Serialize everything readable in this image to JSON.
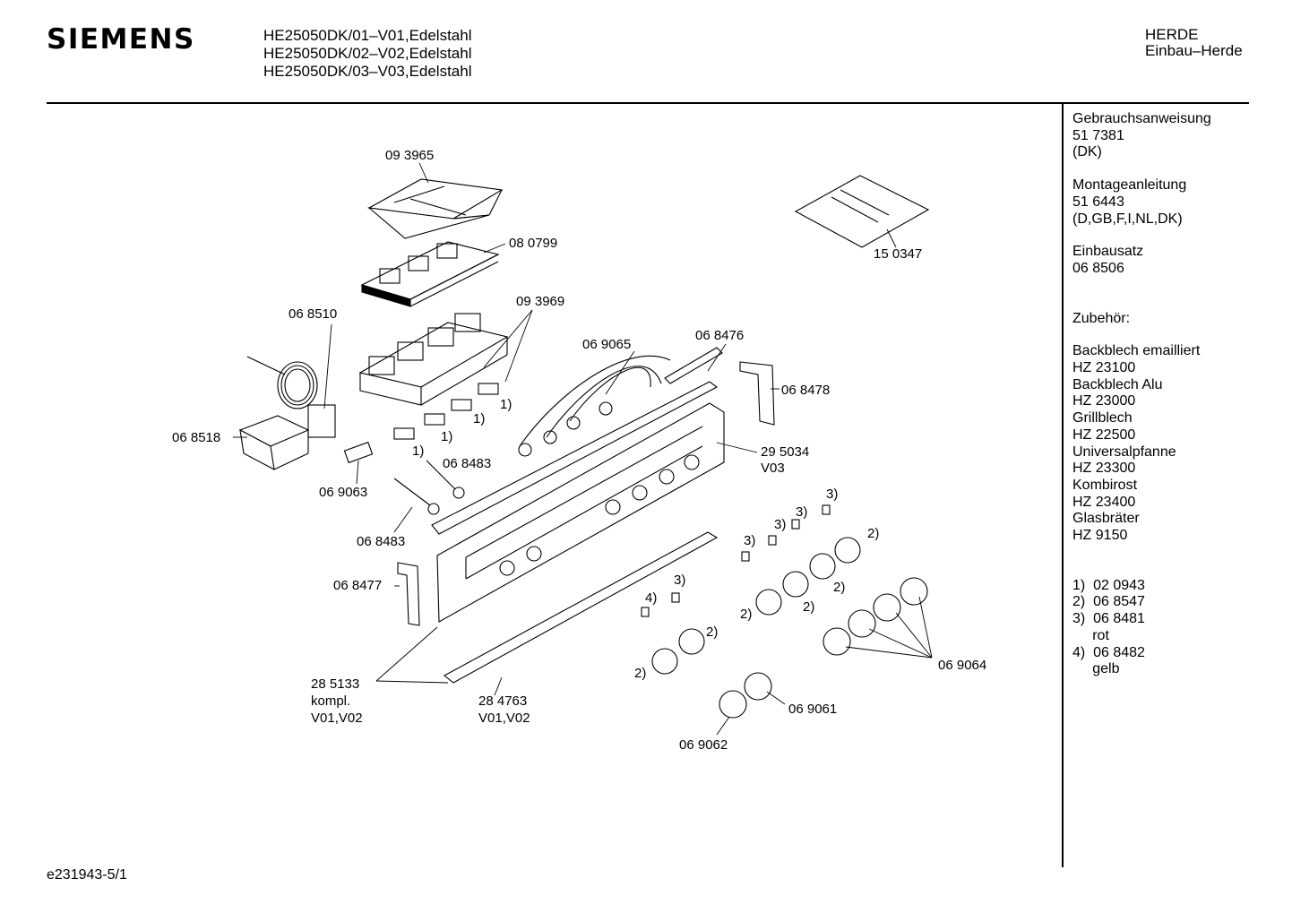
{
  "header": {
    "brand": "SIEMENS",
    "models": [
      "HE25050DK/01–V01,Edelstahl",
      "HE25050DK/02–V02,Edelstahl",
      "HE25050DK/03–V03,Edelstahl"
    ],
    "category": "HERDE",
    "subcategory": "Einbau–Herde"
  },
  "sidebar": {
    "blocks": [
      "Gebrauchsanweisung\n51 7381\n(DK)",
      "Montageanleitung\n51 6443\n(D,GB,F,I,NL,DK)",
      "Einbausatz\n06 8506",
      "",
      "Zubehör:",
      "Backblech emailliert\nHZ 23100\nBackblech Alu\nHZ 23000\nGrillblech\nHZ 22500\nUniversalpfanne\nHZ 23300\nKombirost\nHZ 23400\nGlasbräter\nHZ 9150",
      "",
      "1)  02 0943\n2)  06 8547\n3)  06 8481\n     rot\n4)  06 8482\n     gelb"
    ]
  },
  "diagram": {
    "part_labels": {
      "p093965": "09 3965",
      "p080799": "08 0799",
      "p093969": "09 3969",
      "p068510": "06 8510",
      "p069065": "06 9065",
      "p068476": "06 8476",
      "p068478": "06 8478",
      "p150347": "15 0347",
      "p068518": "06 8518",
      "p068483a": "06 8483",
      "p069063": "06 9063",
      "p068483b": "06 8483",
      "p295034": "29 5034",
      "p295034v": "V03",
      "p068477": "06 8477",
      "p285133": "28 5133",
      "p285133k": "kompl.",
      "p285133v": "V01,V02",
      "p284763": "28 4763",
      "p284763v": "V01,V02",
      "p069064": "06 9064",
      "p069061": "06 9061",
      "p069062": "06 9062"
    },
    "callouts": {
      "c1a": "1)",
      "c1b": "1)",
      "c1c": "1)",
      "c1d": "1)",
      "c2a": "2)",
      "c2b": "2)",
      "c2c": "2)",
      "c2d": "2)",
      "c2e": "2)",
      "c2f": "2)",
      "c3a": "3)",
      "c3b": "3)",
      "c3c": "3)",
      "c3d": "3)",
      "c4a": "4)"
    }
  },
  "footer": {
    "doc_id": "e231943-5/1"
  }
}
